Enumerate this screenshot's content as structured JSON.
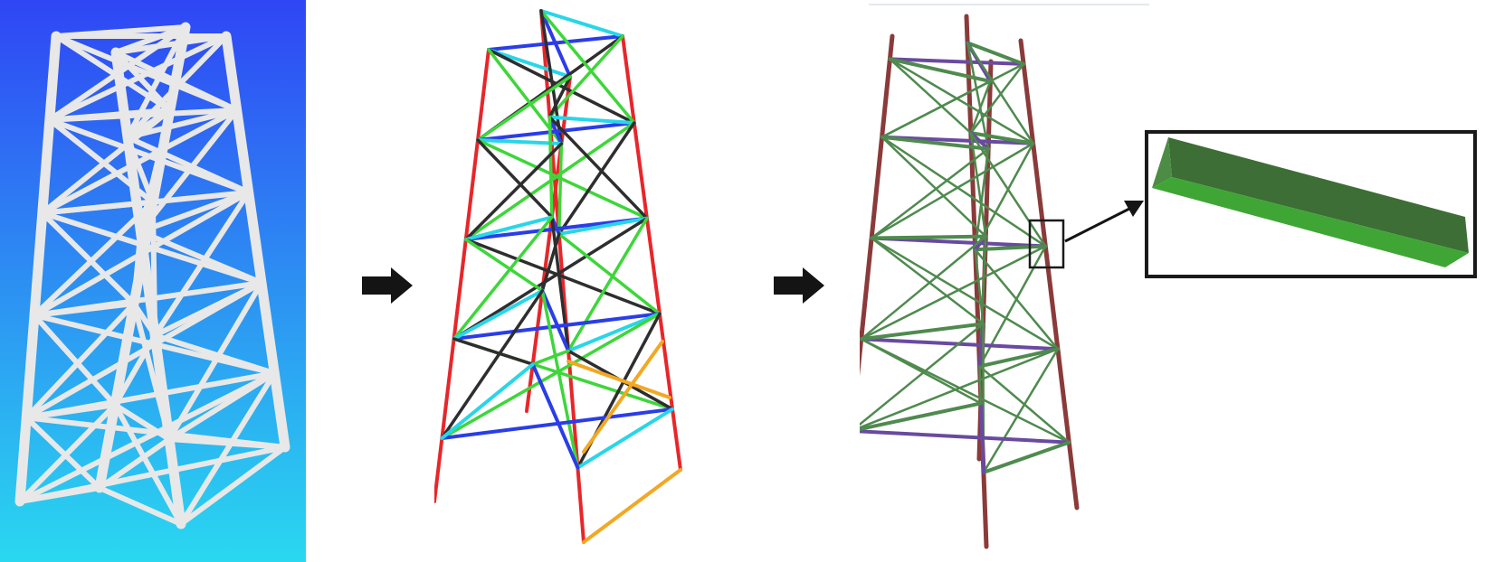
{
  "panels": [
    {
      "id": "point-cloud",
      "kind": "3d-point-cloud-render"
    },
    {
      "id": "wireframe-model",
      "kind": "colored-wireframe-model"
    },
    {
      "id": "solid-model",
      "kind": "solid-member-model"
    }
  ],
  "arrows": [
    {
      "from": "point-cloud",
      "to": "wireframe-model"
    },
    {
      "from": "wireframe-model",
      "to": "solid-model"
    }
  ],
  "detail_callout": {
    "target": "solid-model",
    "content": "angle-section-member"
  },
  "colors": {
    "background_gradient_top": "#2f46f5",
    "background_gradient_bottom": "#2ad8f0",
    "point_cloud": "#e8e8e8",
    "leg_red": "#e8262a",
    "horizontal_blue": "#2a3de8",
    "diagonal_green": "#3ed63a",
    "diagonal_black": "#2e2e2e",
    "brace_cyan": "#28d6e8",
    "brace_orange": "#f2a823",
    "solid_leg": "#8b3a3a",
    "solid_brace": "#4f8a4f",
    "solid_ring": "#6a4aa0",
    "angle_member": "#3fa636",
    "arrow": "#141414"
  }
}
